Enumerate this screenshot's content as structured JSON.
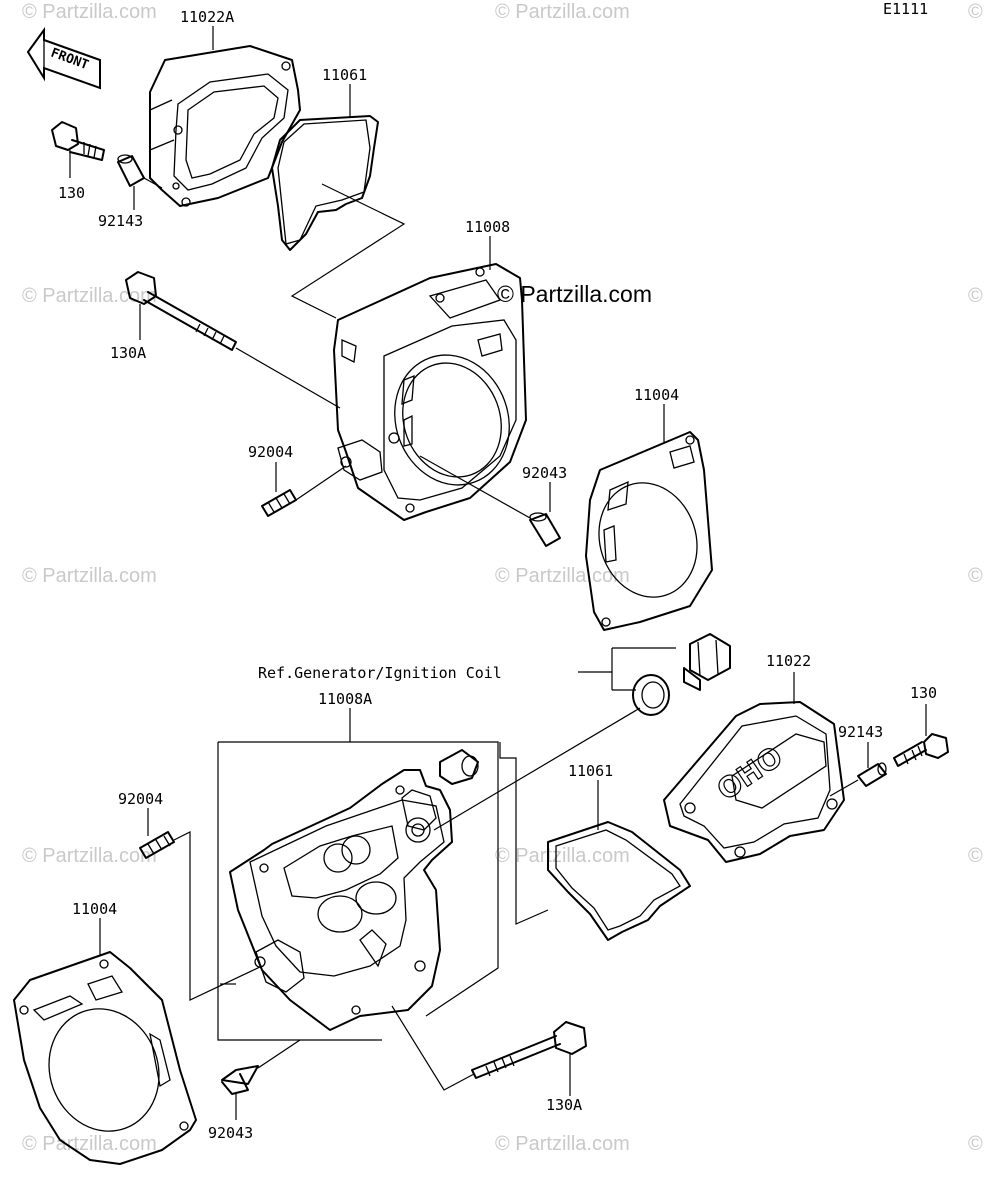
{
  "diagram_code": "E1111",
  "brand_watermark": "© Partzilla.com",
  "watermark_text": "© Partzilla.com",
  "watermark_symbol": "©",
  "front_label": "FRONT",
  "ref_note": "Ref.Generator/Ignition Coil",
  "oho_text": "OHO",
  "labels": {
    "cover_upper": "11022A",
    "gasket_upper": "11061",
    "bolt_upper": "130",
    "dowel_upper": "92143",
    "head_upper": "11008",
    "long_bolt_upper": "130A",
    "head_gasket_upper": "11004",
    "stud_upper": "92004",
    "dowel_pin_upper": "92043",
    "cover_lower": "11022",
    "bolt_lower": "130",
    "dowel_lower": "92143",
    "head_lower": "11008A",
    "gasket_lower": "11061",
    "stud_lower": "92004",
    "head_gasket_lower": "11004",
    "dowel_pin_lower": "92043",
    "long_bolt_lower": "130A"
  }
}
